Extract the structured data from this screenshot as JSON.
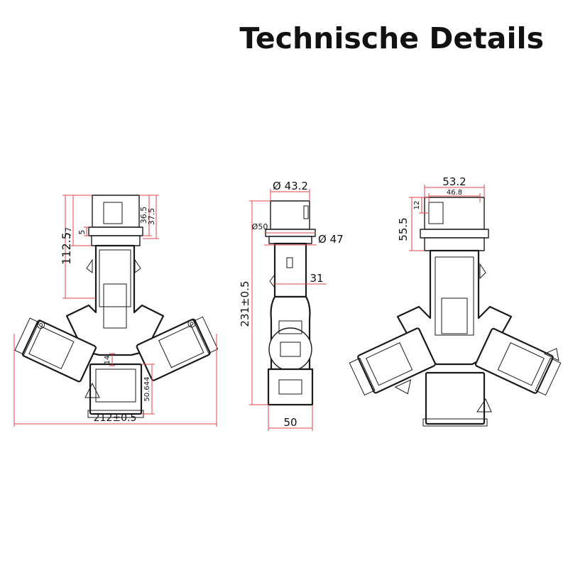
{
  "title": "Technische Details",
  "front_view": {
    "height_total": "112.5",
    "height_upper": "77",
    "gap": "5",
    "plug_a": "36.5",
    "plug_b": "37.5",
    "offset": "14",
    "socket_h": "50.644",
    "width": "212±0.5"
  },
  "side_view": {
    "diam_top": "Ø 43.2",
    "diam_ring": "Ø50",
    "diam_collar": "Ø 47",
    "depth": "31",
    "height": "231±0.5",
    "width": "50"
  },
  "rear_view": {
    "width_outer": "53.2",
    "width_inner": "46.8",
    "rib": "12",
    "height": "55.5"
  },
  "colors": {
    "dimension": "#e0464b",
    "outline": "#1a1a1a"
  }
}
